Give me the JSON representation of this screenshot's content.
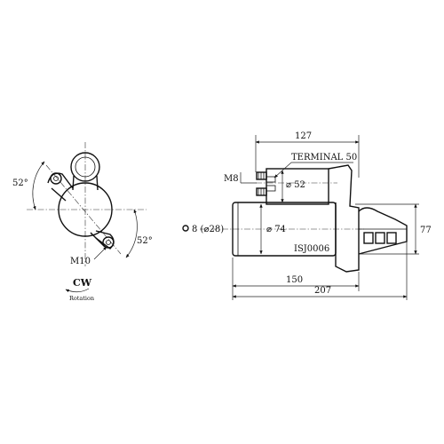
{
  "labels": {
    "angle_top": "52°",
    "angle_bottom": "52°",
    "bolt": "M10",
    "rotation_dir": "CW",
    "rotation_word": "Rotation",
    "dim_127": "127",
    "terminal": "TERMINAL 50",
    "m8": "M8",
    "dia_52": "⌀ 52",
    "pinion": "8 (⌀28)",
    "dia_74": "⌀ 74",
    "part_no": "ISJ0006",
    "dim_77": "77",
    "dim_150": "150",
    "dim_207": "207"
  }
}
